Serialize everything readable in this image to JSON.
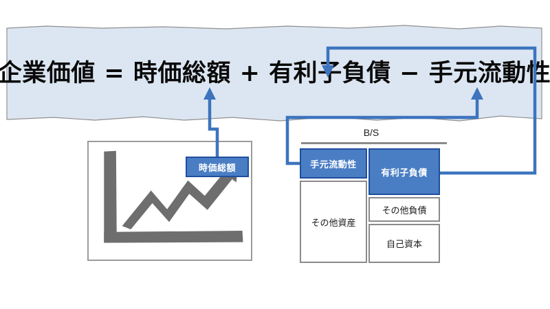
{
  "banner": {
    "formula_parts": [
      {
        "type": "term",
        "text": "企業価値"
      },
      {
        "type": "op",
        "text": "="
      },
      {
        "type": "term",
        "text": "時価総額"
      },
      {
        "type": "op",
        "text": "+"
      },
      {
        "type": "term",
        "text": "有利子負債"
      },
      {
        "type": "op",
        "text": "−"
      },
      {
        "type": "term",
        "text": "手元流動性"
      }
    ],
    "full_text": "企業価値 = 時価総額 + 有利子負債 − 手元流動性",
    "background_color": "#dce6f2",
    "text_color": "#0a0a0a"
  },
  "connectors": {
    "accent_color": "#3d74bd",
    "items": [
      {
        "name": "market-cap-connector",
        "from": "market-cap-tag",
        "to": "formula-term-market-cap"
      },
      {
        "name": "debt-connector",
        "from": "bs-interest-bearing-debt",
        "to": "formula-term-debt"
      },
      {
        "name": "cash-connector",
        "from": "bs-cash-liquidity",
        "to": "formula-term-cash"
      }
    ]
  },
  "chart_panel": {
    "name": "stock-price-chart",
    "border_color": "#9b9b9b",
    "arrow_color": "#6e6e6e",
    "description": "upward zigzag trend arrow with axes"
  },
  "market_cap_tag": {
    "label": "時価総額",
    "fill": "#4a7ec4",
    "border": "#1f4e9c",
    "text_color": "#ffffff"
  },
  "balance_sheet": {
    "title": "B/S",
    "rule_color": "#8a8a8a",
    "cells": [
      {
        "key": "cash",
        "label": "手元流動性",
        "side": "asset",
        "highlighted": true
      },
      {
        "key": "debt",
        "label": "有利子負債",
        "side": "liability",
        "highlighted": true
      },
      {
        "key": "other_assets",
        "label": "その他資産",
        "side": "asset",
        "highlighted": false
      },
      {
        "key": "other_liab",
        "label": "その他負債",
        "side": "liability",
        "highlighted": false
      },
      {
        "key": "equity",
        "label": "自己資本",
        "side": "equity",
        "highlighted": false
      }
    ]
  }
}
